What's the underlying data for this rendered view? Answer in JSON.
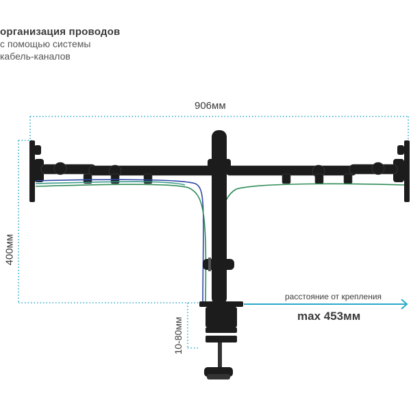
{
  "heading": {
    "title": "организация проводов",
    "line1": "с помощью системы",
    "line2": "кабель-каналов"
  },
  "dimensions": {
    "width": "906мм",
    "height": "400мм",
    "clamp_range": "10-80мм",
    "reach_caption": "расстояние от крепления",
    "reach_value": "max 453мм"
  },
  "colors": {
    "guide_line": "#2aa9c9",
    "mount_body": "#1c1c1c",
    "cable_blue": "#2f47a8",
    "cable_green": "#2e8b57",
    "cable_teal": "#3a9a8a"
  }
}
